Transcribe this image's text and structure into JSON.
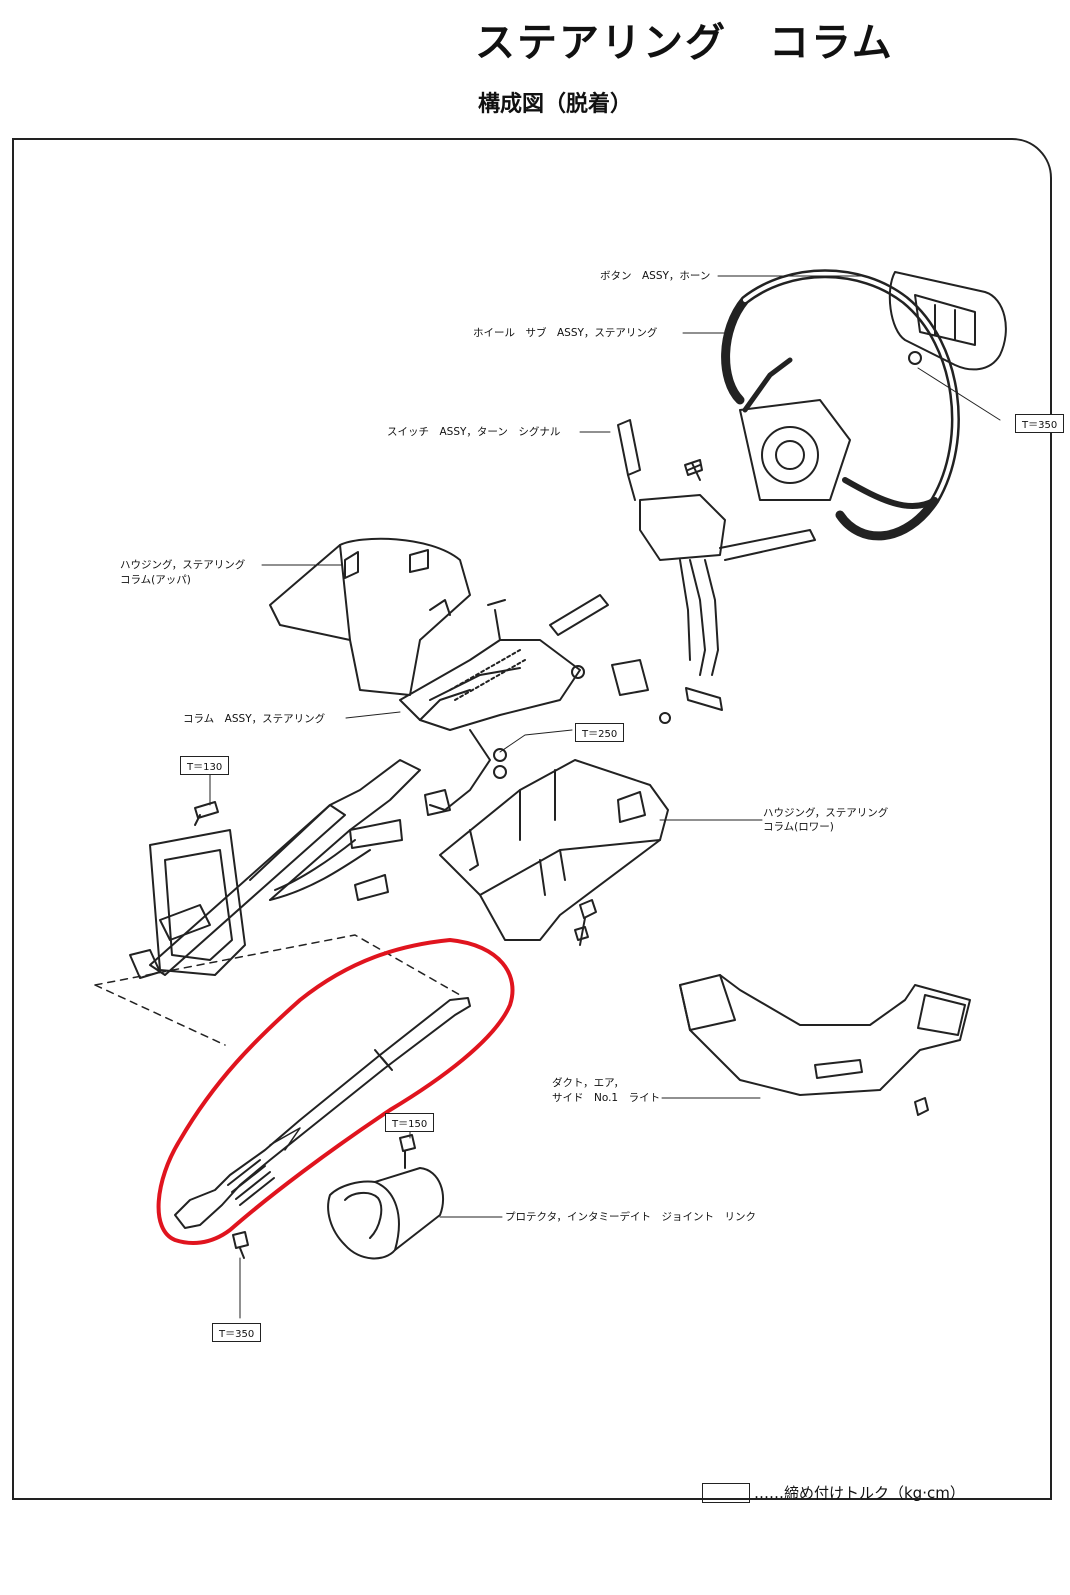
{
  "title": "ステアリング　コラム",
  "subtitle": "構成図（脱着）",
  "labels": {
    "button_horn": "ボタン　ASSY，ホーン",
    "wheel_sub": "ホイール　サブ　ASSY，ステアリング",
    "switch_turn": "スイッチ　ASSY，ターン　シグナル",
    "housing_upper_1": "ハウジング，ステアリング",
    "housing_upper_2": "コラム(アッパ)",
    "column_assy": "コラム　ASSY，ステアリング",
    "housing_lower_1": "ハウジング，ステアリング",
    "housing_lower_2": "コラム(ロワー)",
    "duct_1": "ダクト，エア，",
    "duct_2": "サイド　No.1　ライト",
    "protector": "プロテクタ，インタミーデイト　ジョイント　リンク"
  },
  "torques": {
    "t350_top": "T＝350",
    "t250": "T＝250",
    "t130": "T＝130",
    "t150": "T＝150",
    "t350_bottom": "T＝350"
  },
  "legend": {
    "text": "……締め付けトルク（kg·cm）"
  },
  "colors": {
    "line": "#222222",
    "highlight": "#e0141e"
  }
}
